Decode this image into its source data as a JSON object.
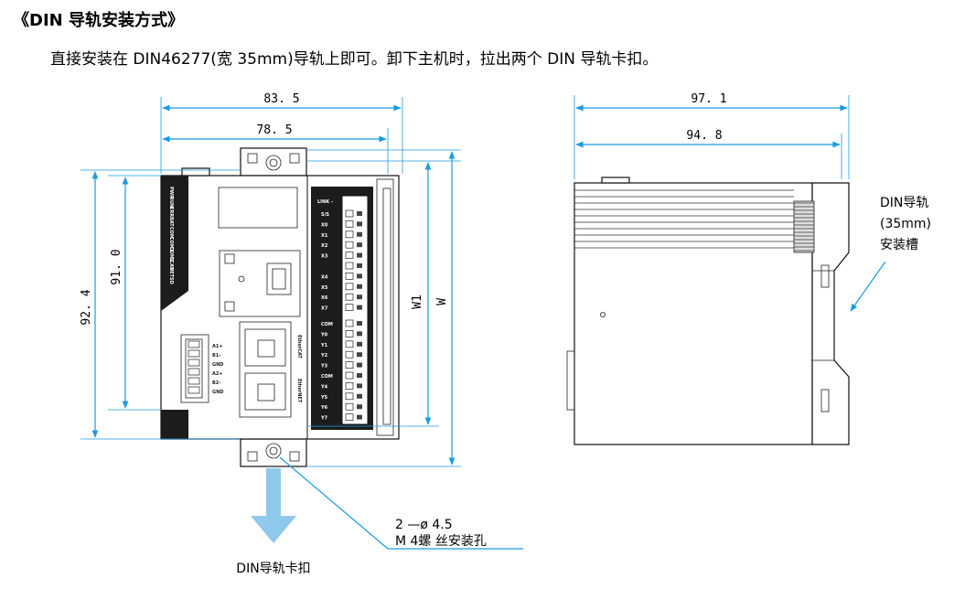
{
  "title": "《DIN 导轨安装方式》",
  "description": "直接安装在 DIN46277(宽 35mm)导轨上即可。卸下主机时，拉出两个 DIN 导轨卡扣。",
  "front_view": {
    "width_overall": "83. 5",
    "width_body": "78. 5",
    "height_overall": "92. 4",
    "height_body": "91. 0",
    "w1_label": "W1",
    "w_label": "W",
    "hole_label_line1": "2 —ø 4.5",
    "hole_label_line2": "M 4螺 丝安装孔",
    "clip_label": "DIN导轨卡扣",
    "port_label_1": "EtherCAT",
    "port_label_2": "EtherNET",
    "link_label": "LINK -",
    "left_panel_labels": [
      "PWR",
      "RUN",
      "ERR",
      "BAT",
      "COM",
      "COM1",
      "COM2",
      "ECAT",
      "NET",
      "SD"
    ],
    "rs485_pins": [
      "A1+",
      "B1-",
      "GND",
      "A2+",
      "B2-",
      "GND"
    ],
    "upper_terminals": [
      "S/S",
      "X0",
      "X1",
      "X2",
      "X3",
      "",
      "X4",
      "X5",
      "X6",
      "X7"
    ],
    "lower_terminals": [
      "COM",
      "Y0",
      "Y1",
      "Y2",
      "Y3",
      "COM",
      "Y4",
      "Y5",
      "Y6",
      "Y7"
    ]
  },
  "side_view": {
    "depth_overall": "97. 1",
    "depth_body": "94. 8",
    "slot_label_line1": "DIN导轨",
    "slot_label_line2": "(35mm)",
    "slot_label_line3": "安装槽"
  },
  "colors": {
    "dimension": "#1a9be0",
    "clip_arrow": "#8ec9ec",
    "panel_dark": "#1c1c1c"
  }
}
